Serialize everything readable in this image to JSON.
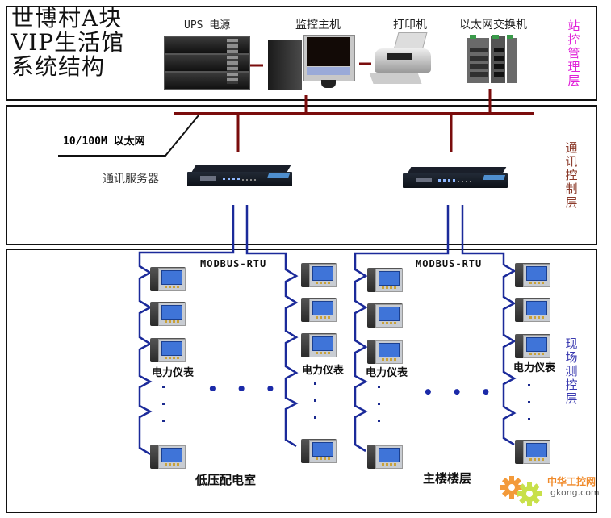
{
  "title": {
    "line1": "世博村A块",
    "line2": "VIP生活馆",
    "line3": "系统结构"
  },
  "layers": {
    "station": {
      "label_chars": [
        "站",
        "控",
        "管",
        "理",
        "层"
      ],
      "color": "#e020d8"
    },
    "comm": {
      "label_chars": [
        "通",
        "讯",
        "控",
        "制",
        "层"
      ],
      "color": "#8b3a2a"
    },
    "field": {
      "label_chars": [
        "现",
        "场",
        "测",
        "控",
        "层"
      ],
      "color": "#3a3ab0"
    }
  },
  "station_devices": [
    {
      "name": "ups",
      "label": "UPS 电源"
    },
    {
      "name": "monitor-host",
      "label": "监控主机"
    },
    {
      "name": "printer",
      "label": "打印机"
    },
    {
      "name": "ethernet-switch",
      "label": "以太网交换机"
    }
  ],
  "network": {
    "ethernet_label": "10/100M 以太网",
    "bus_color": "#7a0c0c",
    "field_bus_color": "#1b2a9a"
  },
  "comm_server": {
    "label": "通讯服务器"
  },
  "field": {
    "protocol_label": "MODBUS-RTU",
    "meter_label": "电力仪表",
    "ellipsis": "• • •",
    "areas": [
      {
        "name": "low-voltage-room",
        "label": "低压配电室"
      },
      {
        "name": "main-building-floors",
        "label": "主楼楼层"
      }
    ]
  },
  "watermark": {
    "text": "中华工控网",
    "url": "gkong.com"
  }
}
